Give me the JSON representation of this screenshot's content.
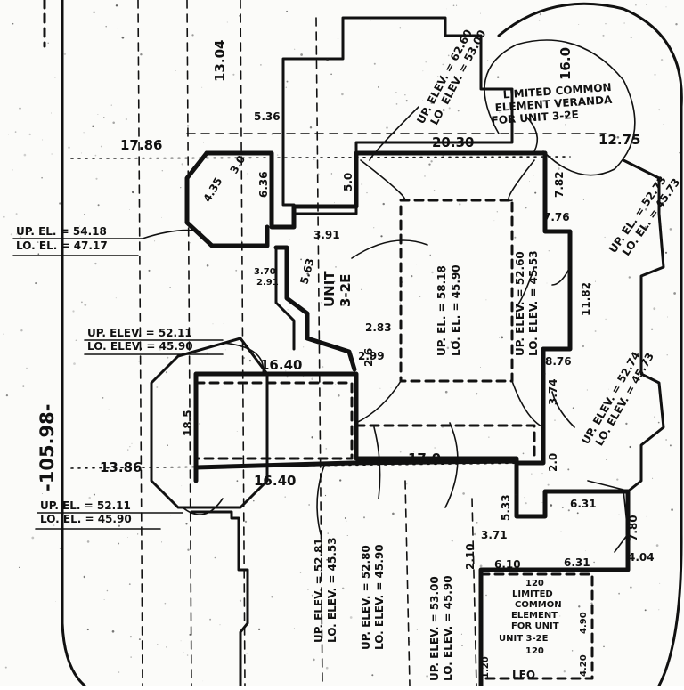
{
  "dimensions": {
    "d_105_98": "-105.98-",
    "d_13_04": "13.04",
    "d_17_86": "17.86",
    "d_13_86": "13.86",
    "d_16_40_top": "16.40",
    "d_16_40_bottom": "16.40",
    "d_12_75": "12.75",
    "d_20_30": "20.30",
    "d_17_0": "17.0",
    "d_16_0": "16.0",
    "d_18_5": "18.5",
    "d_5_36": "5.36",
    "d_6_36": "6.36",
    "d_4_35": "4.35",
    "d_3_91": "3.91",
    "d_2_91": "2.91",
    "d_3_70": "3.70",
    "d_5_63": "5.63",
    "d_3_0": "3.0",
    "d_7_82": "7.82",
    "d_7_76": "7.76",
    "d_11_82": "11.82",
    "d_8_76": "8.76",
    "d_5_0": "5.0",
    "d_2_6": "2.6",
    "d_2_83": "2.83",
    "d_2_99": "2.99",
    "d_3_74": "3.74",
    "d_2_0": "2.0",
    "d_5_33": "5.33",
    "d_3_71": "3.71",
    "d_2_10": "2.10",
    "d_6_10": "6.10",
    "d_6_31_mid": "6.31",
    "d_6_31_low": "6.31",
    "d_7_80": "7.80",
    "d_4_04": "4.04",
    "d_1_20": "1.20",
    "d_4_20_a": "4.20",
    "d_4_90": "4.90"
  },
  "elevations": {
    "e1_up": "UP. EL. = 54.18",
    "e1_lo": "LO. EL. = 47.17",
    "e2_up": "UP. ELEV. = 52.11",
    "e2_lo": "LO. ELEV. = 45.90",
    "e3_up": "UP. EL. = 52.11",
    "e3_lo": "LO. EL. = 45.90",
    "e4_up": "UP. ELEV. = 62.60",
    "e4_lo": "LO. ELEV. = 53.00",
    "e5_up": "UP. EL. = 58.18",
    "e5_lo": "LO. EL. = 45.90",
    "e6_up": "UP. ELEV. = 52.60",
    "e6_lo": "LO. ELEV. = 45.53",
    "e7_up": "UP. EL. = 52.73",
    "e7_lo": "LO. EL. = 45.73",
    "e8_up": "UP. ELEV. = 52.74",
    "e8_lo": "LO. ELEV. = 45.73",
    "e9_up": "UP. ELEV. = 52.81",
    "e9_lo": "LO. ELEV. = 45.53",
    "e10_up": "UP. ELEV. = 52.80",
    "e10_lo": "LO. ELEV. = 45.90",
    "e11_up": "UP. ELEV. = 53.00",
    "e11_lo": "LO. ELEV. = 45.90"
  },
  "unit_label": {
    "word": "UNIT",
    "number": "3-2E"
  },
  "veranda_note": {
    "line1": "LIMITED COMMON",
    "line2": "ELEMENT VERANDA",
    "line3": "FOR UNIT 3-2E"
  },
  "lce_note": {
    "line0": "120",
    "line1": "LIMITED",
    "line2": "COMMON",
    "line3": "ELEMENT",
    "line4": "FOR UNIT",
    "line5": "UNIT 3-2E",
    "line6": "120",
    "line7": "LEO"
  }
}
